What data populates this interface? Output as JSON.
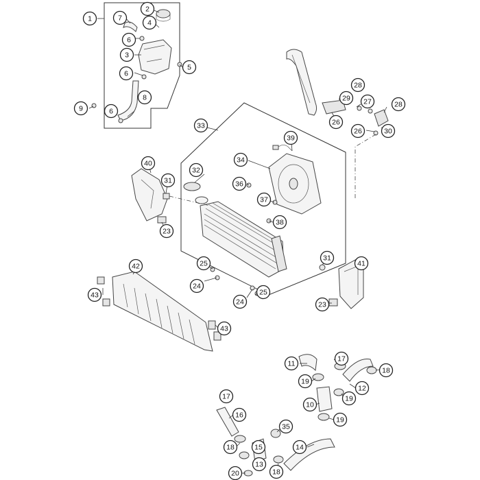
{
  "callouts": [
    {
      "label": "1"
    },
    {
      "label": "2"
    },
    {
      "label": "7"
    },
    {
      "label": "4"
    },
    {
      "label": "6"
    },
    {
      "label": "3"
    },
    {
      "label": "5"
    },
    {
      "label": "6"
    },
    {
      "label": "9"
    },
    {
      "label": "8"
    },
    {
      "label": "6"
    },
    {
      "label": "28"
    },
    {
      "label": "29"
    },
    {
      "label": "27"
    },
    {
      "label": "28"
    },
    {
      "label": "26"
    },
    {
      "label": "26"
    },
    {
      "label": "30"
    },
    {
      "label": "33"
    },
    {
      "label": "39"
    },
    {
      "label": "34"
    },
    {
      "label": "40"
    },
    {
      "label": "32"
    },
    {
      "label": "36"
    },
    {
      "label": "31"
    },
    {
      "label": "37"
    },
    {
      "label": "38"
    },
    {
      "label": "23"
    },
    {
      "label": "25"
    },
    {
      "label": "24"
    },
    {
      "label": "31"
    },
    {
      "label": "41"
    },
    {
      "label": "42"
    },
    {
      "label": "24"
    },
    {
      "label": "25"
    },
    {
      "label": "43"
    },
    {
      "label": "23"
    },
    {
      "label": "43"
    },
    {
      "label": "11"
    },
    {
      "label": "17"
    },
    {
      "label": "18"
    },
    {
      "label": "19"
    },
    {
      "label": "12"
    },
    {
      "label": "19"
    },
    {
      "label": "10"
    },
    {
      "label": "17"
    },
    {
      "label": "16"
    },
    {
      "label": "19"
    },
    {
      "label": "35"
    },
    {
      "label": "14"
    },
    {
      "label": "18"
    },
    {
      "label": "15"
    },
    {
      "label": "13"
    },
    {
      "label": "20"
    },
    {
      "label": "18"
    }
  ]
}
